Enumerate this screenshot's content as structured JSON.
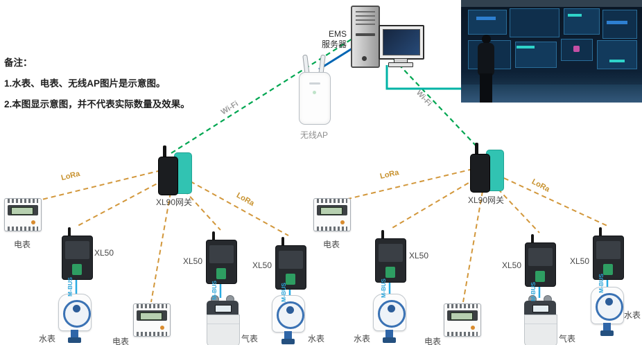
{
  "notes": {
    "title": "备注：",
    "line1": "1.水表、电表、无线AP图片是示意图。",
    "line2": "2.本图显示意图，并不代表实际数量及效果。"
  },
  "server": {
    "name_line1": "EMS",
    "name_line2": "服务器"
  },
  "ap": {
    "label": "无线AP"
  },
  "gateway": {
    "label": "XL90网关"
  },
  "devices": {
    "xl50": "XL50",
    "electric_meter": "电表",
    "water_meter": "水表",
    "gas_meter": "气表"
  },
  "links": {
    "wifi": "Wi-Fi",
    "lora": "LoRa",
    "mbus": "M-BUS"
  },
  "colors": {
    "wifi_line": "#00a651",
    "lora_line": "#d2973b",
    "ethernet_line": "#0065b3",
    "display_line": "#00b3a6",
    "mbus_line": "#29abe2",
    "gateway_teal": "#31c3b2"
  }
}
